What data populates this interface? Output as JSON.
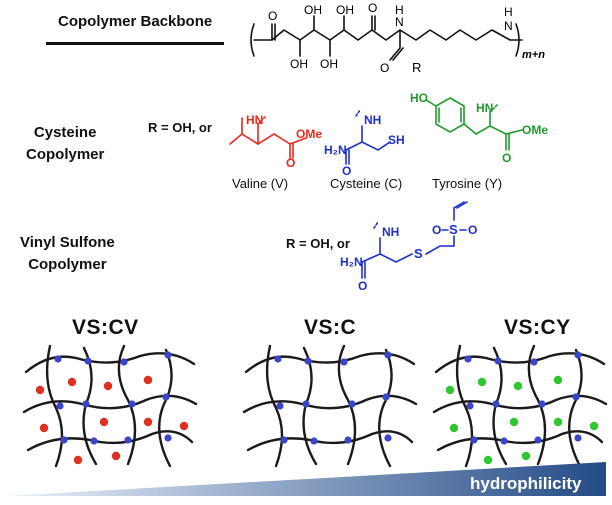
{
  "backbone": {
    "title": "Copolymer Backbone",
    "subscript": "m+n",
    "r_label": "R"
  },
  "cysteine_copolymer": {
    "label": [
      "Cysteine",
      "Copolymer"
    ],
    "r_prefix": "R = OH, or",
    "residues": [
      {
        "name": "Valine (V)",
        "color": "#e8291c"
      },
      {
        "name": "Cysteine (C)",
        "color": "#1d2fd1"
      },
      {
        "name": "Tyrosine (Y)",
        "color": "#1f9a2c"
      }
    ]
  },
  "vinyl_sulfone_copolymer": {
    "label": [
      "Vinyl Sulfone",
      "Copolymer"
    ],
    "r_prefix": "R = OH, or"
  },
  "networks": [
    {
      "title": "VS:CV",
      "dot_color": "#e0301e"
    },
    {
      "title": "VS:C",
      "dot_color": null
    },
    {
      "title": "VS:CY",
      "dot_color": "#2fc72f"
    }
  ],
  "bar": {
    "label": "hydrophilicity",
    "color_light": "#eaf1fb",
    "color_dark": "#244b86"
  },
  "colors": {
    "crosslink_node": "#3a46c9",
    "chain": "#1a1a1a"
  },
  "atoms": {
    "O": "O",
    "OH": "OH",
    "H": "H",
    "N": "N",
    "HN": "HN",
    "NH": "NH",
    "OMe": "OMe",
    "H2N": "H₂N",
    "SH": "SH",
    "HO": "HO",
    "S": "S"
  }
}
